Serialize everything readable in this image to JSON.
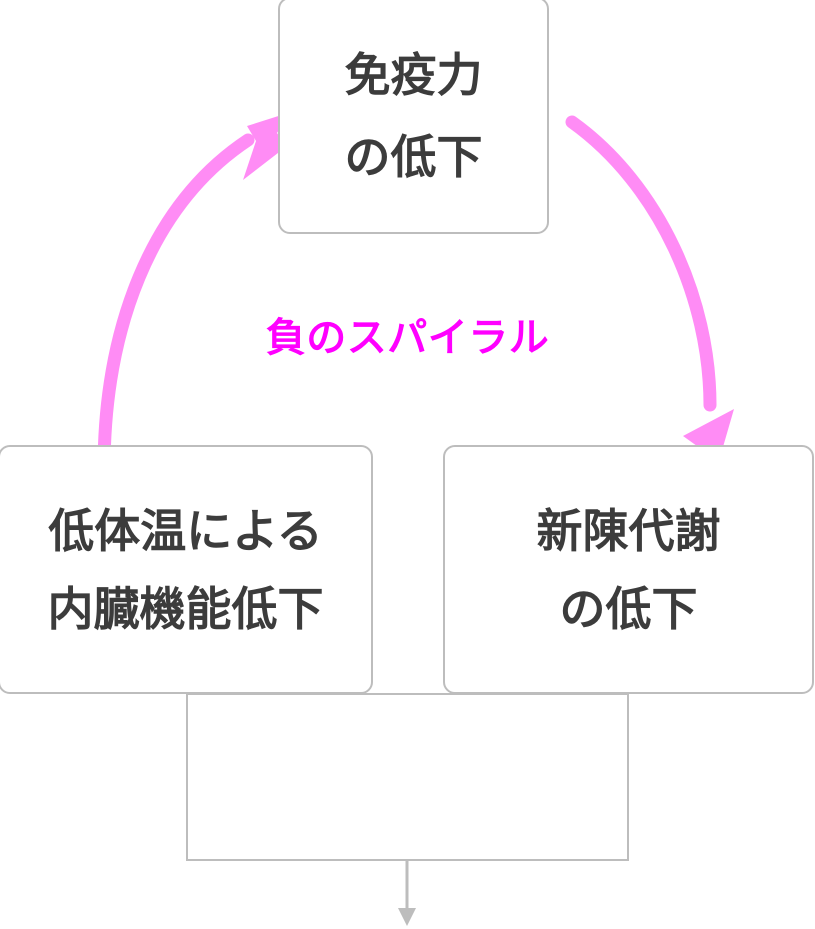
{
  "diagram": {
    "title_text": "負のスパイラル",
    "accent_color": "#ff00ff",
    "arrow_color": "#ff8cf5",
    "box_border_color": "#bdbdbd",
    "box_text_color": "#3c3c3c",
    "background_color": "#ffffff",
    "nodes": [
      {
        "id": "immunity",
        "lines": [
          "免疫力",
          "の低下"
        ],
        "position": "top"
      },
      {
        "id": "metabolism",
        "lines": [
          "新陳代謝",
          "の低下"
        ],
        "position": "bottom-right"
      },
      {
        "id": "organ",
        "lines": [
          "低体温による",
          "内臓機能低下"
        ],
        "position": "bottom-left"
      },
      {
        "id": "bottom-frame",
        "lines": [],
        "position": "bottom-center"
      }
    ],
    "arrows": [
      {
        "id": "immunity-to-metabolism",
        "from": "immunity",
        "to": "metabolism",
        "style": "curved-pink"
      },
      {
        "id": "metabolism-to-organ",
        "from": "metabolism",
        "to": "organ",
        "style": "curved-pink"
      },
      {
        "id": "organ-to-immunity",
        "from": "organ",
        "to": "immunity",
        "style": "curved-pink"
      },
      {
        "id": "bottom-outflow",
        "from": "bottom-frame",
        "to": "",
        "style": "straight-gray-down"
      }
    ]
  }
}
